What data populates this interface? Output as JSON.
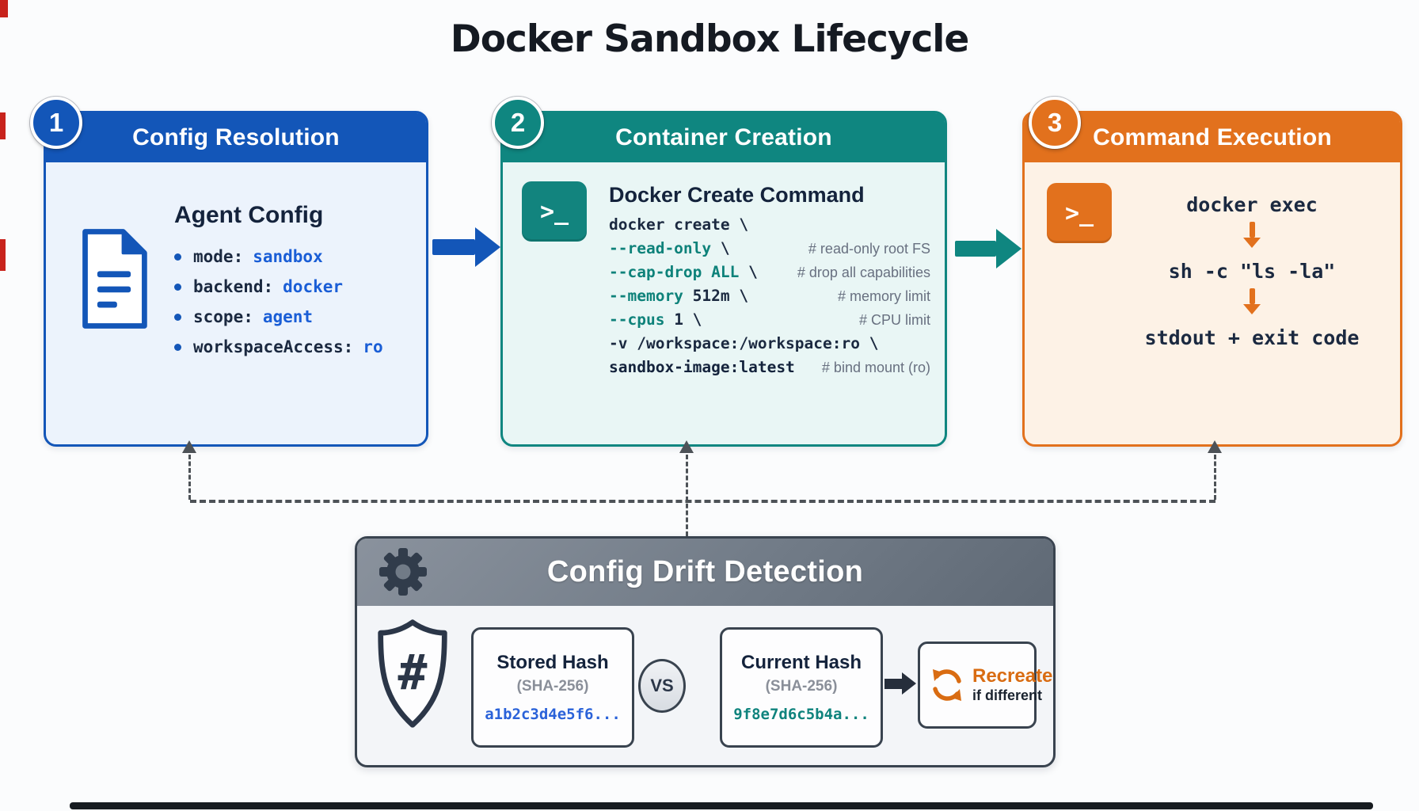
{
  "title": "Docker Sandbox Lifecycle",
  "steps": [
    {
      "number": "1",
      "title": "Config Resolution",
      "card_title": "Agent Config",
      "bullets": [
        {
          "label": "mode:",
          "value": "sandbox"
        },
        {
          "label": "backend:",
          "value": "docker"
        },
        {
          "label": "scope:",
          "value": "agent"
        },
        {
          "label": "workspaceAccess:",
          "value": "ro"
        }
      ]
    },
    {
      "number": "2",
      "title": "Container Creation",
      "card_title": "Docker Create Command",
      "code_lines": [
        {
          "segments": [
            {
              "text": "docker create \\",
              "color": "dark"
            }
          ],
          "comment": ""
        },
        {
          "segments": [
            {
              "text": "--read-only",
              "color": "teal"
            },
            {
              "text": " \\",
              "color": "dark"
            }
          ],
          "comment": "# read-only root FS"
        },
        {
          "segments": [
            {
              "text": "--cap-drop ALL",
              "color": "teal"
            },
            {
              "text": " \\",
              "color": "dark"
            }
          ],
          "comment": "# drop all capabilities"
        },
        {
          "segments": [
            {
              "text": "--memory",
              "color": "teal"
            },
            {
              "text": " 512m \\",
              "color": "dark"
            }
          ],
          "comment": "# memory limit"
        },
        {
          "segments": [
            {
              "text": "--cpus",
              "color": "teal"
            },
            {
              "text": " 1 \\",
              "color": "dark"
            }
          ],
          "comment": "# CPU limit"
        },
        {
          "segments": [
            {
              "text": "-v /workspace:/workspace:ro \\",
              "color": "dark"
            }
          ],
          "comment": ""
        },
        {
          "segments": [
            {
              "text": "sandbox-image:latest",
              "color": "darkbold"
            }
          ],
          "comment": "# bind mount (ro)"
        }
      ]
    },
    {
      "number": "3",
      "title": "Command Execution",
      "flow": [
        "docker exec",
        "sh -c \"ls -la\"",
        "stdout + exit code"
      ]
    }
  ],
  "drift": {
    "title": "Config Drift Detection",
    "stored": {
      "title": "Stored Hash",
      "subtitle": "(SHA-256)",
      "hash": "a1b2c3d4e5f6..."
    },
    "vs_label": "VS",
    "current": {
      "title": "Current Hash",
      "subtitle": "(SHA-256)",
      "hash": "9f8e7d6c5b4a..."
    },
    "recreate": {
      "title": "Recreate",
      "subtitle": "if different"
    }
  },
  "icons": {
    "step1": "document-icon",
    "step2": "terminal-icon",
    "step3": "terminal-icon",
    "terminal_glyph": ">_",
    "drift_header": "gear-icon",
    "drift_left": "shield-hash-icon",
    "shield_glyph": "#",
    "recreate": "refresh-icon"
  },
  "colors": {
    "step1_blue": "#1356b8",
    "step2_teal": "#0f8680",
    "step3_orange": "#e2711d",
    "drift_gray_dark": "#5f6975",
    "drift_gray_light": "#8a929d",
    "code_teal": "#0e827a",
    "comment_gray": "#687080",
    "navy_text": "#1b2940",
    "value_blue": "#1a5ed6",
    "stored_hash_blue": "#2a62d9",
    "current_hash_teal": "#0f837d",
    "recreate_orange": "#d96c12",
    "dashed_line": "#4d5257"
  }
}
